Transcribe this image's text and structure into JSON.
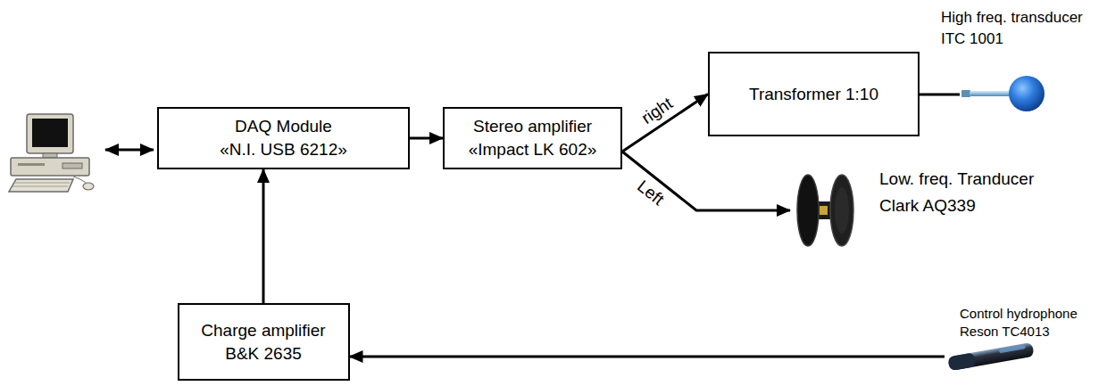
{
  "diagram": {
    "nodes": [
      {
        "text": [
          "DAQ Module «N.I. USB 6212»"
        ]
      },
      {
        "text": [
          "Stereo amplifier «Impact LK 602»"
        ]
      },
      {
        "text": [
          "Transformer 1:10"
        ]
      },
      {
        "text": [
          "High freq. transducer ITC 1001"
        ]
      },
      {
        "text": [
          "Low. freq. Tranducer Clark AQ339"
        ]
      },
      {
        "text": [
          "Charge amplifier B&K 2635"
        ]
      },
      {
        "text": [
          "Control hydrophone Reson TC4013"
        ]
      }
    ],
    "edges": [
      {
        "from": 0,
        "to": 1,
        "arrow": "to"
      },
      {
        "from": 1,
        "to": 2,
        "label": "right",
        "arrow": "to"
      },
      {
        "from": 1,
        "to": 4,
        "label": "Left",
        "arrow": "to"
      },
      {
        "from": 2,
        "to": 3,
        "arrow": "none"
      },
      {
        "from": 6,
        "to": 5,
        "arrow": "to"
      },
      {
        "from": 5,
        "to": 0,
        "arrow": "to"
      }
    ]
  }
}
